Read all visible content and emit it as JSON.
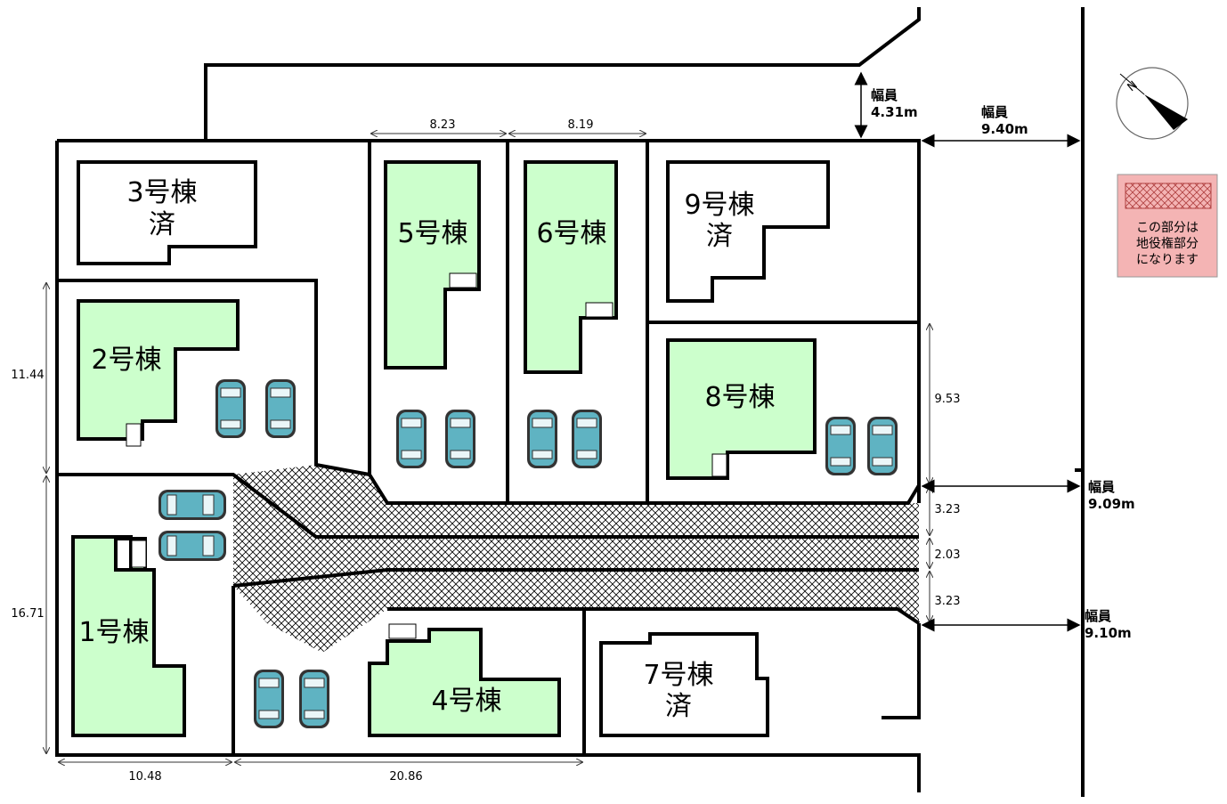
{
  "buildings": {
    "b1": "1号棟",
    "b2": "2号棟",
    "b3": "3号棟",
    "b3_sold": "済",
    "b4": "4号棟",
    "b5": "5号棟",
    "b6": "6号棟",
    "b7": "7号棟",
    "b7_sold": "済",
    "b8": "8号棟",
    "b9": "9号棟",
    "b9_sold": "済"
  },
  "dimensions": {
    "top_5": "8.23",
    "top_6": "8.19",
    "left_upper": "11.44",
    "left_lower": "16.71",
    "bottom_left": "10.48",
    "bottom_right": "20.86",
    "right_8": "9.53",
    "road_a": "3.23",
    "road_b": "2.03",
    "road_c": "3.23"
  },
  "roads": {
    "top_label": "幅員",
    "top_value": "4.31m",
    "east_top_label": "幅員",
    "east_top_value": "9.40m",
    "east_mid_label": "幅員",
    "east_mid_value": "9.09m",
    "east_low_label": "幅員",
    "east_low_value": "9.10m"
  },
  "legend": {
    "line1": "この部分は",
    "line2": "地役権部分",
    "line3": "になります"
  },
  "compass": {
    "north_letter": "N"
  },
  "colors": {
    "new_building": "#ccffcc",
    "sold_building": "#ffffff",
    "car": "#5fb3c2",
    "legend_bg": "#f4b4b4"
  }
}
